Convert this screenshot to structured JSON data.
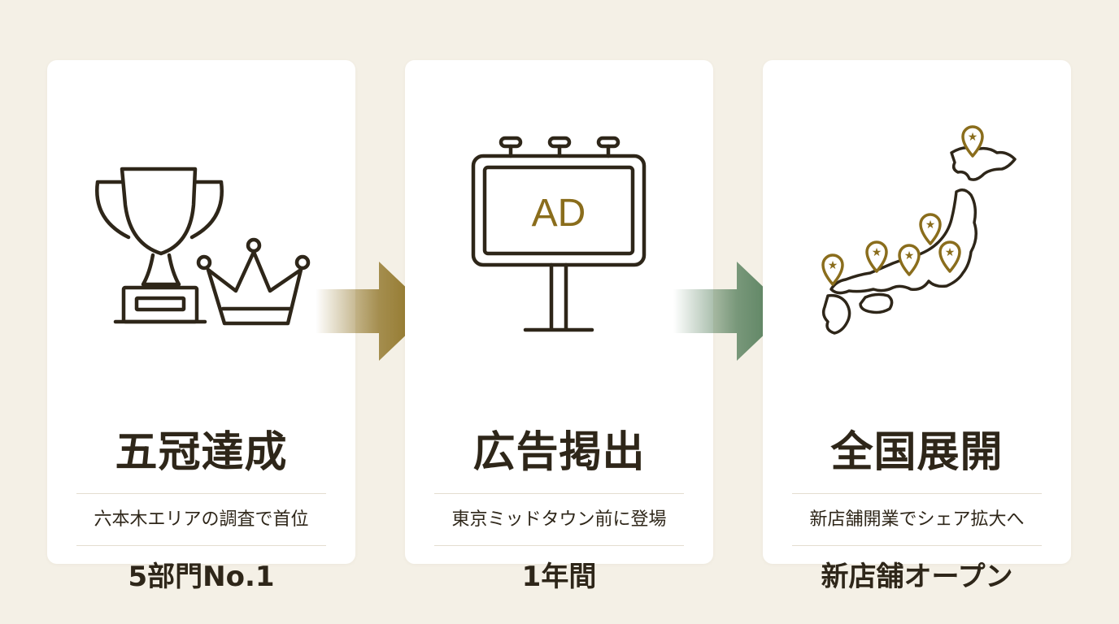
{
  "colors": {
    "background": "#f4f0e6",
    "card": "#ffffff",
    "ink": "#2e2619",
    "gold": "#8a6d1c",
    "green": "#4f7a56"
  },
  "steps": [
    {
      "icon": "trophy-crown-icon",
      "title": "五冠達成",
      "description": "六本木エリアの調査で首位",
      "highlight": "5部門No.1"
    },
    {
      "icon": "billboard-icon",
      "billboard_text": "AD",
      "title": "広告掲出",
      "description": "東京ミッドタウン前に登場",
      "highlight": "1年間"
    },
    {
      "icon": "japan-map-pins-icon",
      "title": "全国展開",
      "description": "新店舗開業でシェア拡大へ",
      "highlight": "新店舗オープン"
    }
  ],
  "arrows": [
    {
      "icon": "arrow-right-icon",
      "color": "#8a6d1c"
    },
    {
      "icon": "arrow-right-icon",
      "color": "#4f7a56"
    }
  ]
}
